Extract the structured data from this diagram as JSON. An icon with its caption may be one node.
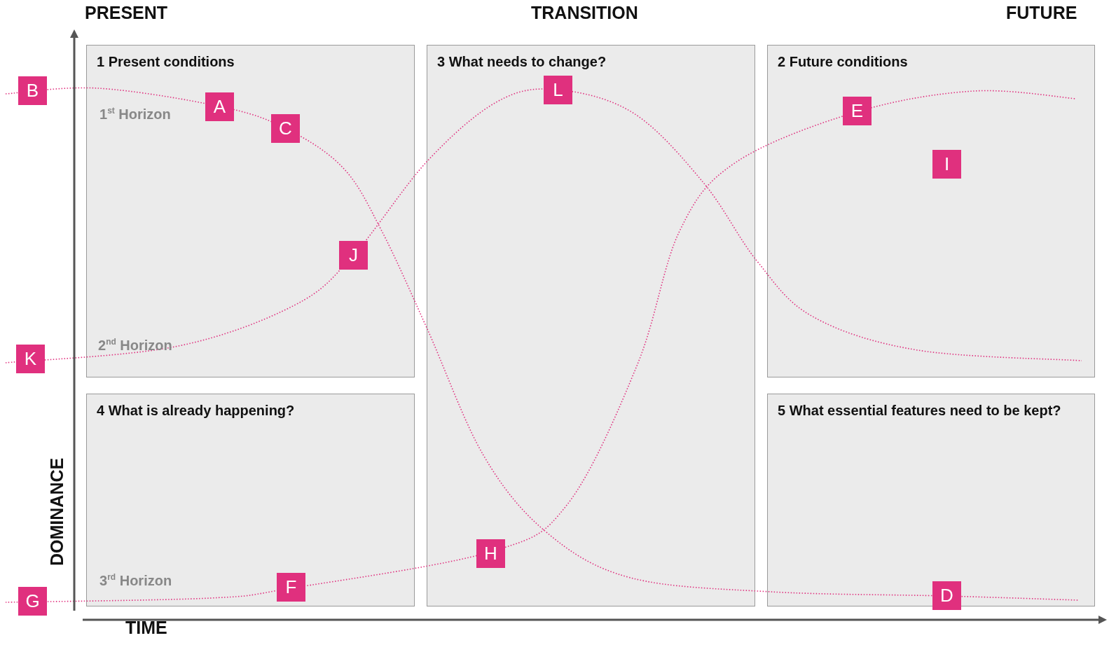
{
  "diagram": {
    "nodes": [
      {
        "text": [
          "1 Present conditions"
        ]
      },
      {
        "text": [
          "3 What needs to change?"
        ]
      },
      {
        "text": [
          "2 Future conditions"
        ]
      },
      {
        "text": [
          "4 What is already happening?"
        ]
      },
      {
        "text": [
          "5 What essential features need to be kept?"
        ]
      }
    ],
    "labels": [
      "PRESENT",
      "TRANSITION",
      "FUTURE",
      "L",
      "B",
      "A",
      "E",
      "1$^{st}$ Horizon",
      "C",
      "I",
      "J",
      "2$^{nd}$ Horizon",
      "K",
      "H",
      "3$^{rd}$ Horizon",
      "F",
      "D",
      "G",
      "DOMINANCE",
      "TIME"
    ]
  }
}
